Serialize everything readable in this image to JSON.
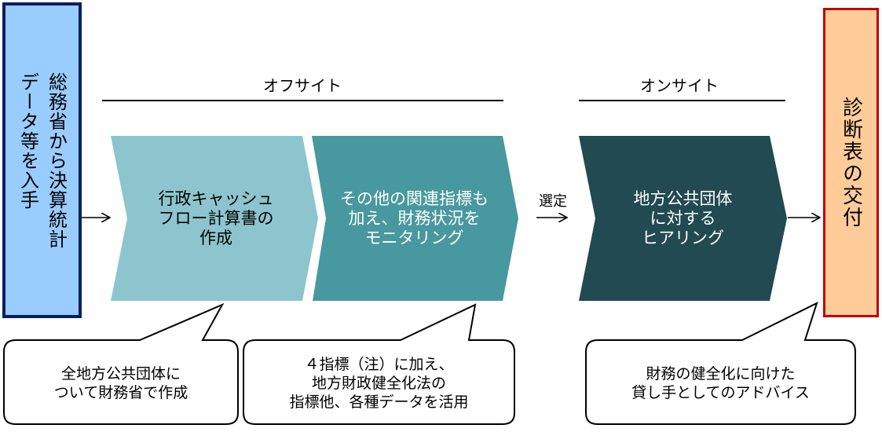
{
  "source_box": {
    "line1": "総務省から決算統計",
    "line2": "データ等を入手"
  },
  "phases": {
    "offsite": "オフサイト",
    "onsite": "オンサイト"
  },
  "steps": [
    {
      "text": "行政キャッシュ\nフロー計算書の\n作成",
      "color": "#8CC5CD"
    },
    {
      "text": "その他の関連指標も\n加え、財務状況を\nモニタリング",
      "color": "#48989F"
    },
    {
      "text": "地方公共団体\nに対する\nヒアリング",
      "color": "#214A51"
    }
  ],
  "selection_label": "選定",
  "result_box": {
    "text": "診断表の交付"
  },
  "callouts": [
    "全地方公共団体に\nついて財務省で作成",
    "４指標（注）に加え、\n地方財政健全化法の\n指標他、各種データを活用",
    "財務の健全化に向けた\n貸し手としてのアドバイス"
  ],
  "colors": {
    "source_fill": "#99CCFF",
    "source_border": "#002060",
    "result_fill": "#FFCC99",
    "result_border": "#C00000"
  }
}
